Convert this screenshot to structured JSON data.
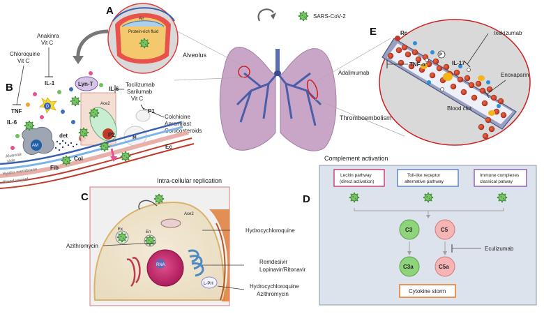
{
  "panels": {
    "A": "A",
    "B": "B",
    "C": "C",
    "D": "D",
    "E": "E"
  },
  "virus": "SARS-CoV-2",
  "alveolus": {
    "title": "Alveolus",
    "air": "Air",
    "fluid": "Protein-rich fluid"
  },
  "thrombo": "Thromboembolism",
  "panelB": {
    "drugs_anakinra": [
      "Anakinra",
      "Vit C"
    ],
    "drugs_chloroquine": [
      "Chloroquine",
      "Vit C"
    ],
    "drugs_toci": [
      "Tocilizumab",
      "Sarilumab",
      "Vit C"
    ],
    "drugs_colchicine": [
      "Colchicine",
      "Apremilast",
      "Corticosteroids"
    ],
    "il1": "IL-1",
    "il6_left": "IL-6",
    "il6_right": "IL-6",
    "tnf": "TNF",
    "lynt": "Lyn-T",
    "ace2": "Ace2",
    "p1": "P1",
    "p2": "P2",
    "n": "N",
    "d": "D",
    "am": "AM",
    "det": "det",
    "rc": "Rc",
    "col": "Col",
    "fib": "Fib",
    "ec": "Ec",
    "alveolar_side": [
      "Alveolar",
      "side"
    ],
    "hyalin": "Hyalin membrane",
    "vessel": "Blood vessel"
  },
  "panelC": {
    "title": "Intra-cellular replication",
    "ace2": "Ace2",
    "ex": "Ex",
    "en": "En",
    "rna": "RNA",
    "lph": "L-PH",
    "azithro": "Azithromycin",
    "hcq": "Hydrocychloroquine",
    "remdesivir": [
      "Remdesivir",
      "Lopinavir/Ritonavir"
    ],
    "hcq_azithro": [
      "Hydrocychloroquine",
      "Azithromycin"
    ]
  },
  "panelD": {
    "title": "Complement activation",
    "lectin": [
      "Lecitin pathway",
      "(direct activation)"
    ],
    "toll": [
      "Toll-like receptor",
      "alternative pathway"
    ],
    "immune": [
      "Immune complexes",
      "classical patway"
    ],
    "c3": "C3",
    "c5": "C5",
    "c3a": "C3a",
    "c5a": "C5a",
    "ecu": "Eculizumab",
    "storm": "Cytokine storm",
    "colors": {
      "lectin": "#c2185b",
      "toll": "#3f6fb5",
      "immune": "#7b3fa0",
      "storm": "#e87722",
      "c3": "#8fd47a",
      "c5": "#f5b5b5"
    }
  },
  "panelE": {
    "rc": "Rc",
    "p": "P",
    "il17": "IL-17",
    "tnfa": "TNF-α",
    "clot": "Blood clot",
    "ixe": "Ixekizumab",
    "adal": "Adalimumab",
    "enox": "Enoxaparin"
  }
}
